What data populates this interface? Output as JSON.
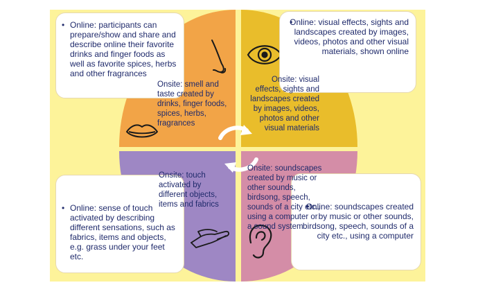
{
  "colors": {
    "background": "#fdf39a",
    "smell_taste": "#f2a447",
    "vision": "#e9bd2b",
    "touch": "#9e87c4",
    "sound": "#d48da7",
    "text": "#1f2a6b"
  },
  "callouts": {
    "smell_taste_online": "Online: participants can prepare/show and share and describe online their favorite drinks and finger foods as well as favorite spices, herbs and other fragrances",
    "vision_online": "Online: visual effects, sights and landscapes created by images, videos, photos and other visual materials, shown online",
    "touch_online": "Online: sense of touch activated by describing different sensations, such as fabrics, items and objects, e.g. grass under your feet etc.",
    "sound_online": "Online: soundscapes created by music or other sounds, birdsong, speech, sounds of a city etc., using a computer"
  },
  "quadrants": {
    "smell_taste": "Onsite: smell and taste created by drinks, finger foods, spices, herbs, fragrances",
    "vision": "Onsite: visual effects, sights and landscapes created by images, videos, photos and other visual materials",
    "touch": "Onsite: touch activated by different objects, items and fabrics",
    "sound": "Onsite: soundscapes created by music or other sounds, birdsong, speech, sounds of a city etc., using a computer or a sound system"
  },
  "icons": [
    "nose-icon",
    "lips-icon",
    "eye-icon",
    "hand-icon",
    "ear-icon",
    "cycle-arrows-icon"
  ]
}
